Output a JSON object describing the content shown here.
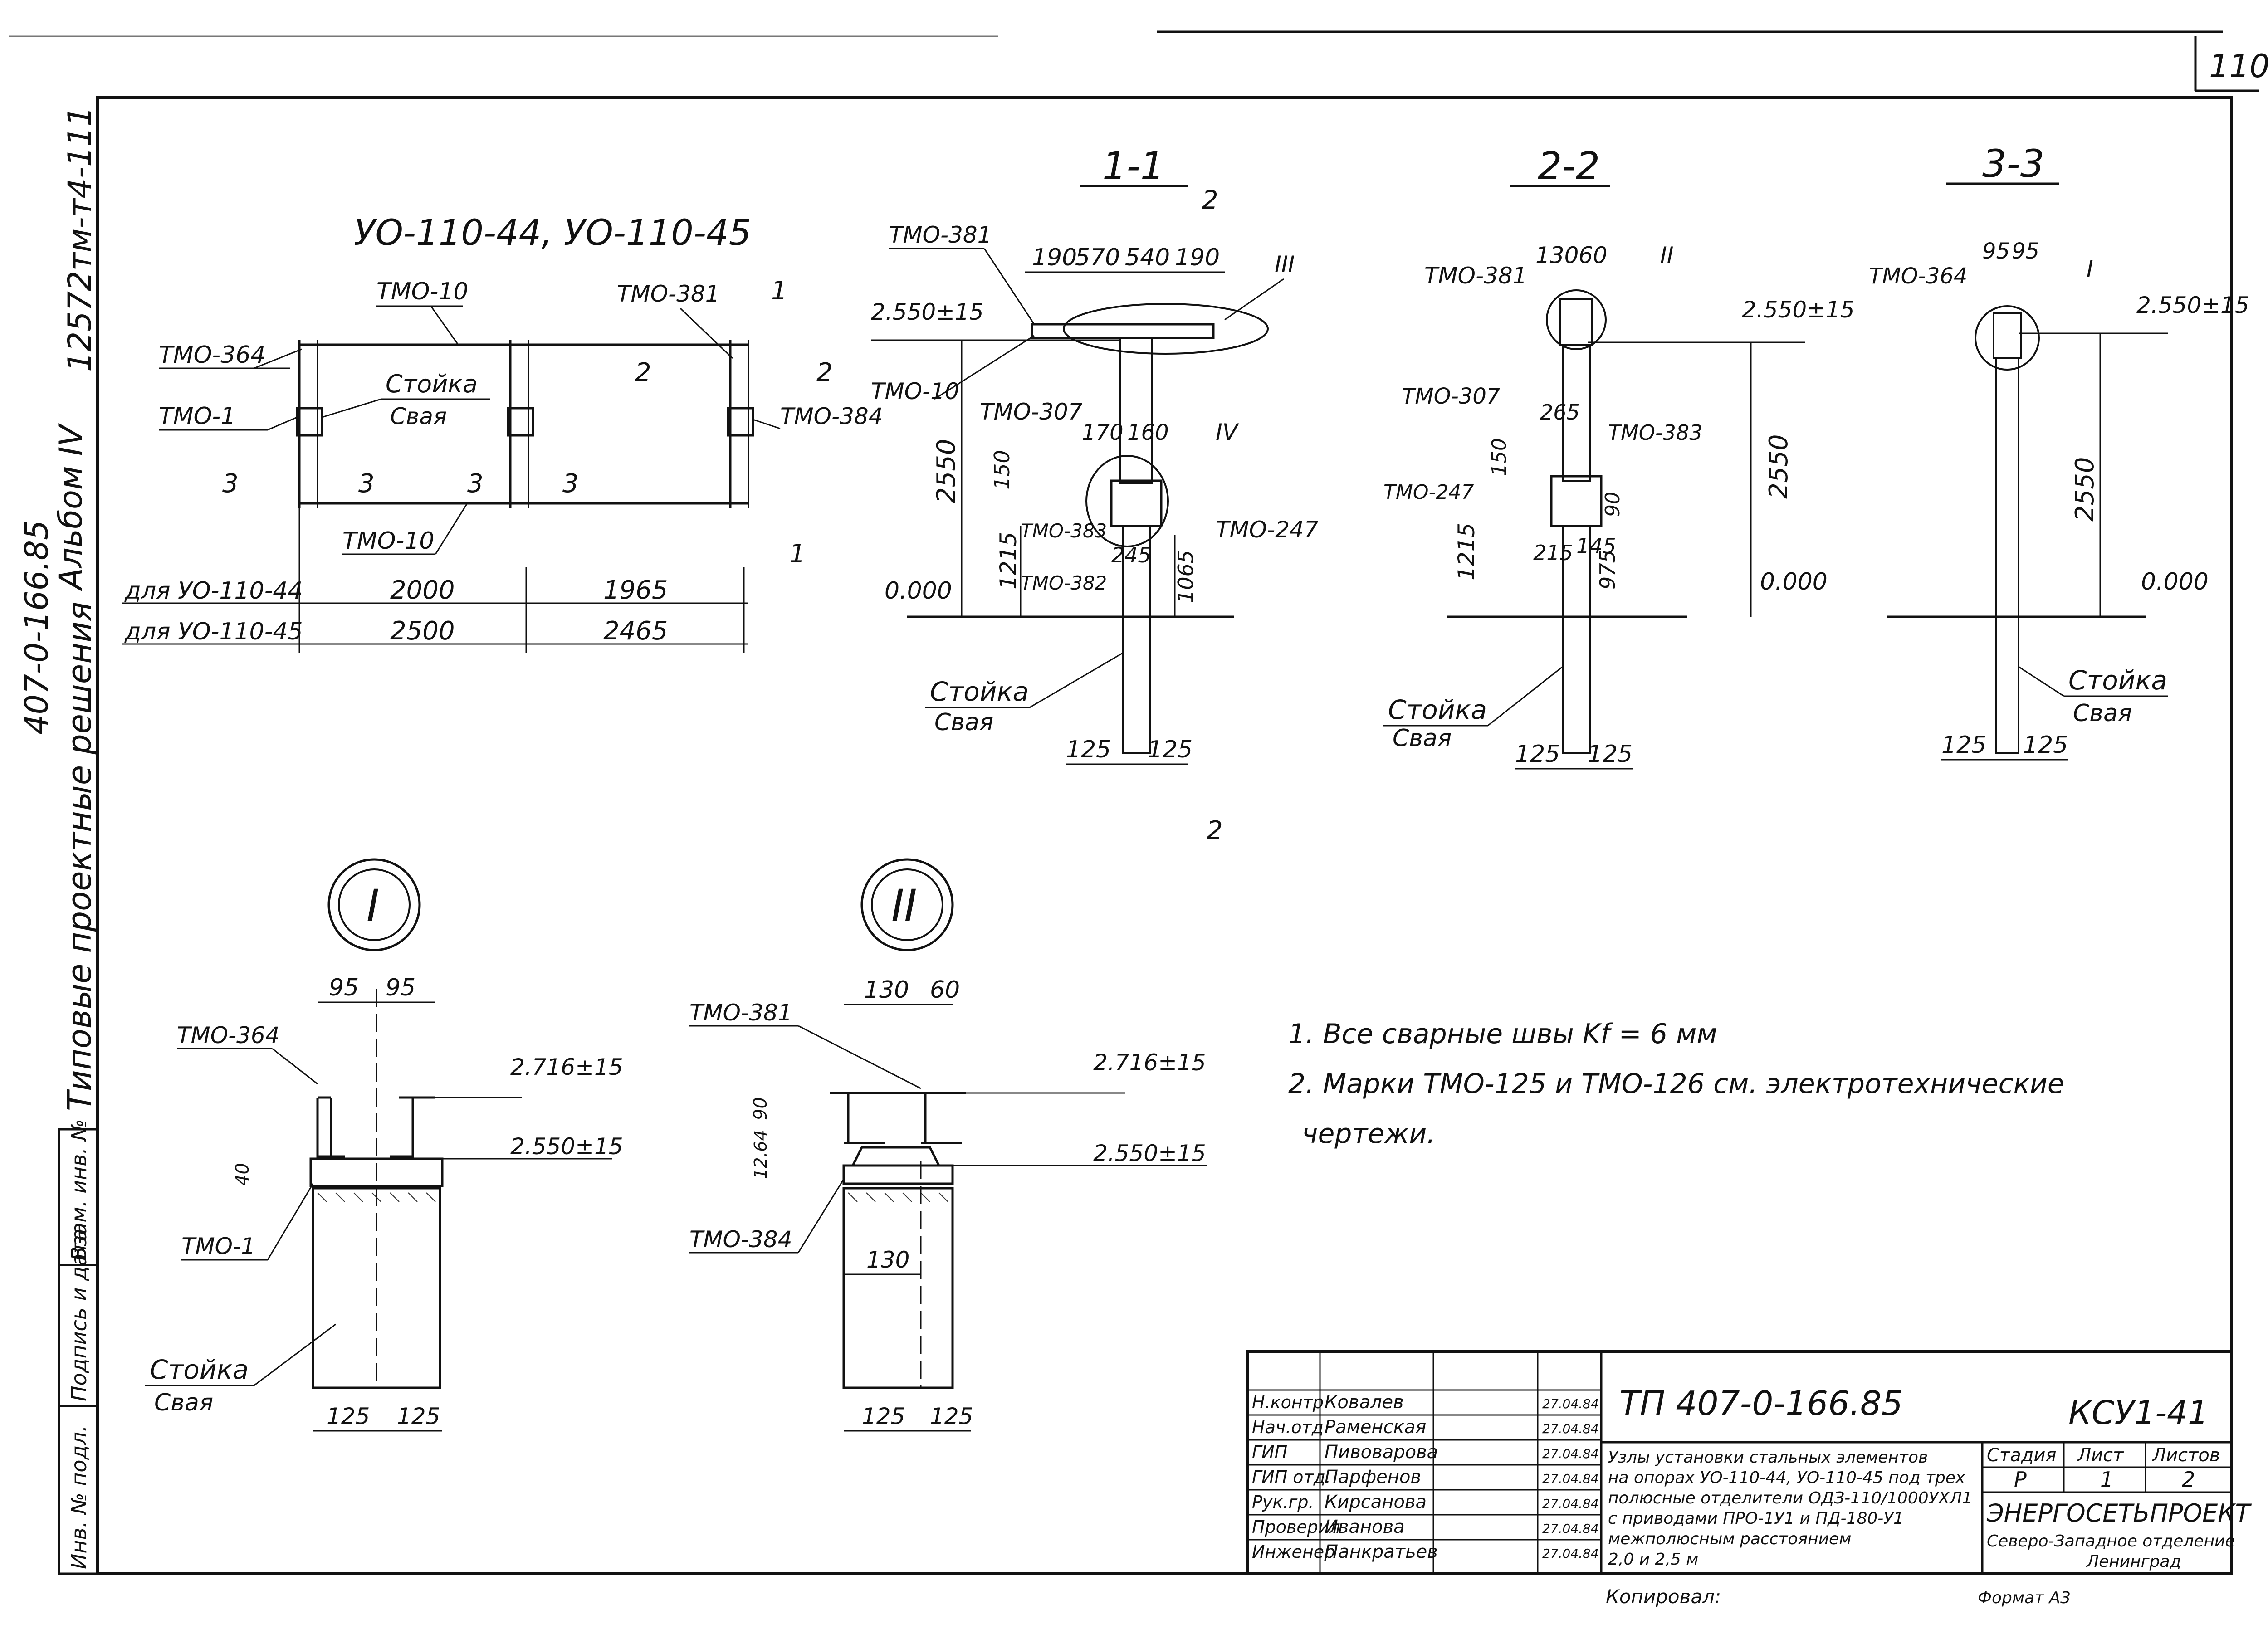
{
  "sheet_number": "110",
  "margin": {
    "project_code": "12572тм-т4-111",
    "series": "407-0-166.85",
    "album": "Альбом IV",
    "collection": "Типовые проектные решения",
    "stamp_cells": [
      "Взам. инв. №",
      "Подпись и дата",
      "Инв. № подл."
    ]
  },
  "plan": {
    "title": "УО-110-44, УО-110-45",
    "labels": {
      "tmo10_top": "ТМО-10",
      "tmo10_bottom": "ТМО-10",
      "tmo364": "ТМО-364",
      "tmo1": "ТМО-1",
      "tmo381": "ТМО-381",
      "tmo384": "ТМО-384",
      "stoyka": "Стойка",
      "svaya": "Свая"
    },
    "section_marks": {
      "s1": "1",
      "s2": "2",
      "s3": "3"
    },
    "dim_rows": [
      {
        "label": "для УО-110-44",
        "a": "2000",
        "b": "1965"
      },
      {
        "label": "для УО-110-45",
        "a": "2500",
        "b": "2465"
      }
    ]
  },
  "section_1": {
    "title": "1-1",
    "cut_mark": "2",
    "labels": [
      "ТМО-381",
      "ТМО-10",
      "ТМО-307",
      "ТМО-383",
      "ТМО-382",
      "ТМО-247"
    ],
    "top_dims": [
      "190",
      "570",
      "540",
      "190"
    ],
    "mid_dims": [
      "170",
      "160",
      "150",
      "245"
    ],
    "elev_top": "2.550±15",
    "elev_zero": "0.000",
    "vert_dims": [
      "2550",
      "1215",
      "1065"
    ],
    "node_marks": [
      "III",
      "IV"
    ],
    "stoyka": "Стойка",
    "svaya": "Свая",
    "base_dims": [
      "125",
      "125"
    ]
  },
  "section_2": {
    "title": "2-2",
    "labels": [
      "ТМО-381",
      "ТМО-307",
      "ТМО-383",
      "ТМО-247"
    ],
    "top_dims": [
      "130",
      "60"
    ],
    "mid_dims": [
      "265",
      "150",
      "90",
      "215",
      "145"
    ],
    "node_mark": "II",
    "elev_top": "2.550±15",
    "elev_zero": "0.000",
    "vert_dims": [
      "2550",
      "1215",
      "975"
    ],
    "stoyka": "Стойка",
    "svaya": "Свая",
    "base_dims": [
      "125",
      "125"
    ]
  },
  "section_3": {
    "title": "3-3",
    "labels": [
      "ТМО-364"
    ],
    "top_dims": [
      "95",
      "95"
    ],
    "node_mark": "I",
    "elev_top": "2.550±15",
    "elev_zero": "0.000",
    "vert_dims": [
      "2550"
    ],
    "stoyka": "Стойка",
    "svaya": "Свая",
    "base_dims": [
      "125",
      "125"
    ]
  },
  "node_I": {
    "mark": "I",
    "top_dims": [
      "95",
      "95"
    ],
    "labels": [
      "ТМО-364",
      "ТМО-1"
    ],
    "elev_1": "2.716±15",
    "elev_2": "2.550±15",
    "dim_40": "40",
    "stoyka": "Стойка",
    "svaya": "Свая",
    "base_dims": [
      "125",
      "125"
    ]
  },
  "node_II": {
    "mark": "II",
    "top_dims": [
      "130",
      "60"
    ],
    "labels": [
      "ТМО-381",
      "ТМО-384"
    ],
    "elev_1": "2.716±15",
    "elev_2": "2.550±15",
    "side_dims": [
      "90",
      "12.64"
    ],
    "dim_130": "130",
    "base_dims": [
      "125",
      "125"
    ]
  },
  "notes": [
    "1. Все сварные швы  Kf = 6 мм",
    "2. Марки ТМО-125 и ТМО-126 см. электротехнические",
    "чертежи."
  ],
  "title_block": {
    "document": "ТП 407-0-166.85",
    "code": "КСУ1-41",
    "roles": [
      {
        "role": "Н.контр.",
        "name": "Ковалев",
        "date": "27.04.84"
      },
      {
        "role": "Нач.отд.",
        "name": "Раменская",
        "date": "27.04.84"
      },
      {
        "role": "ГИП",
        "name": "Пивоварова",
        "date": "27.04.84"
      },
      {
        "role": "ГИП отд.",
        "name": "Парфенов",
        "date": "27.04.84"
      },
      {
        "role": "Рук.гр.",
        "name": "Кирсанова",
        "date": "27.04.84"
      },
      {
        "role": "Проверил",
        "name": "Иванова",
        "date": "27.04.84"
      },
      {
        "role": "Инженер",
        "name": "Панкратьев",
        "date": "27.04.84"
      }
    ],
    "description": [
      "Узлы установки стальных элементов",
      "на опорах УО-110-44, УО-110-45 под трех",
      "полюсные отделители ОДЗ-110/1000УХЛ1",
      "с приводами ПРО-1У1 и ПД-180-У1",
      "межполюсным расстоянием",
      "2,0 и 2,5 м"
    ],
    "stage_head": "Стадия",
    "sheet_head": "Лист",
    "sheets_head": "Листов",
    "stage": "Р",
    "sheet": "1",
    "sheets": "2",
    "org": "ЭНЕРГОСЕТЬПРОЕКТ",
    "org_sub": "Северо-Западное отделение",
    "city": "Ленинград",
    "copied": "Копировал:",
    "format": "Формат А3"
  }
}
